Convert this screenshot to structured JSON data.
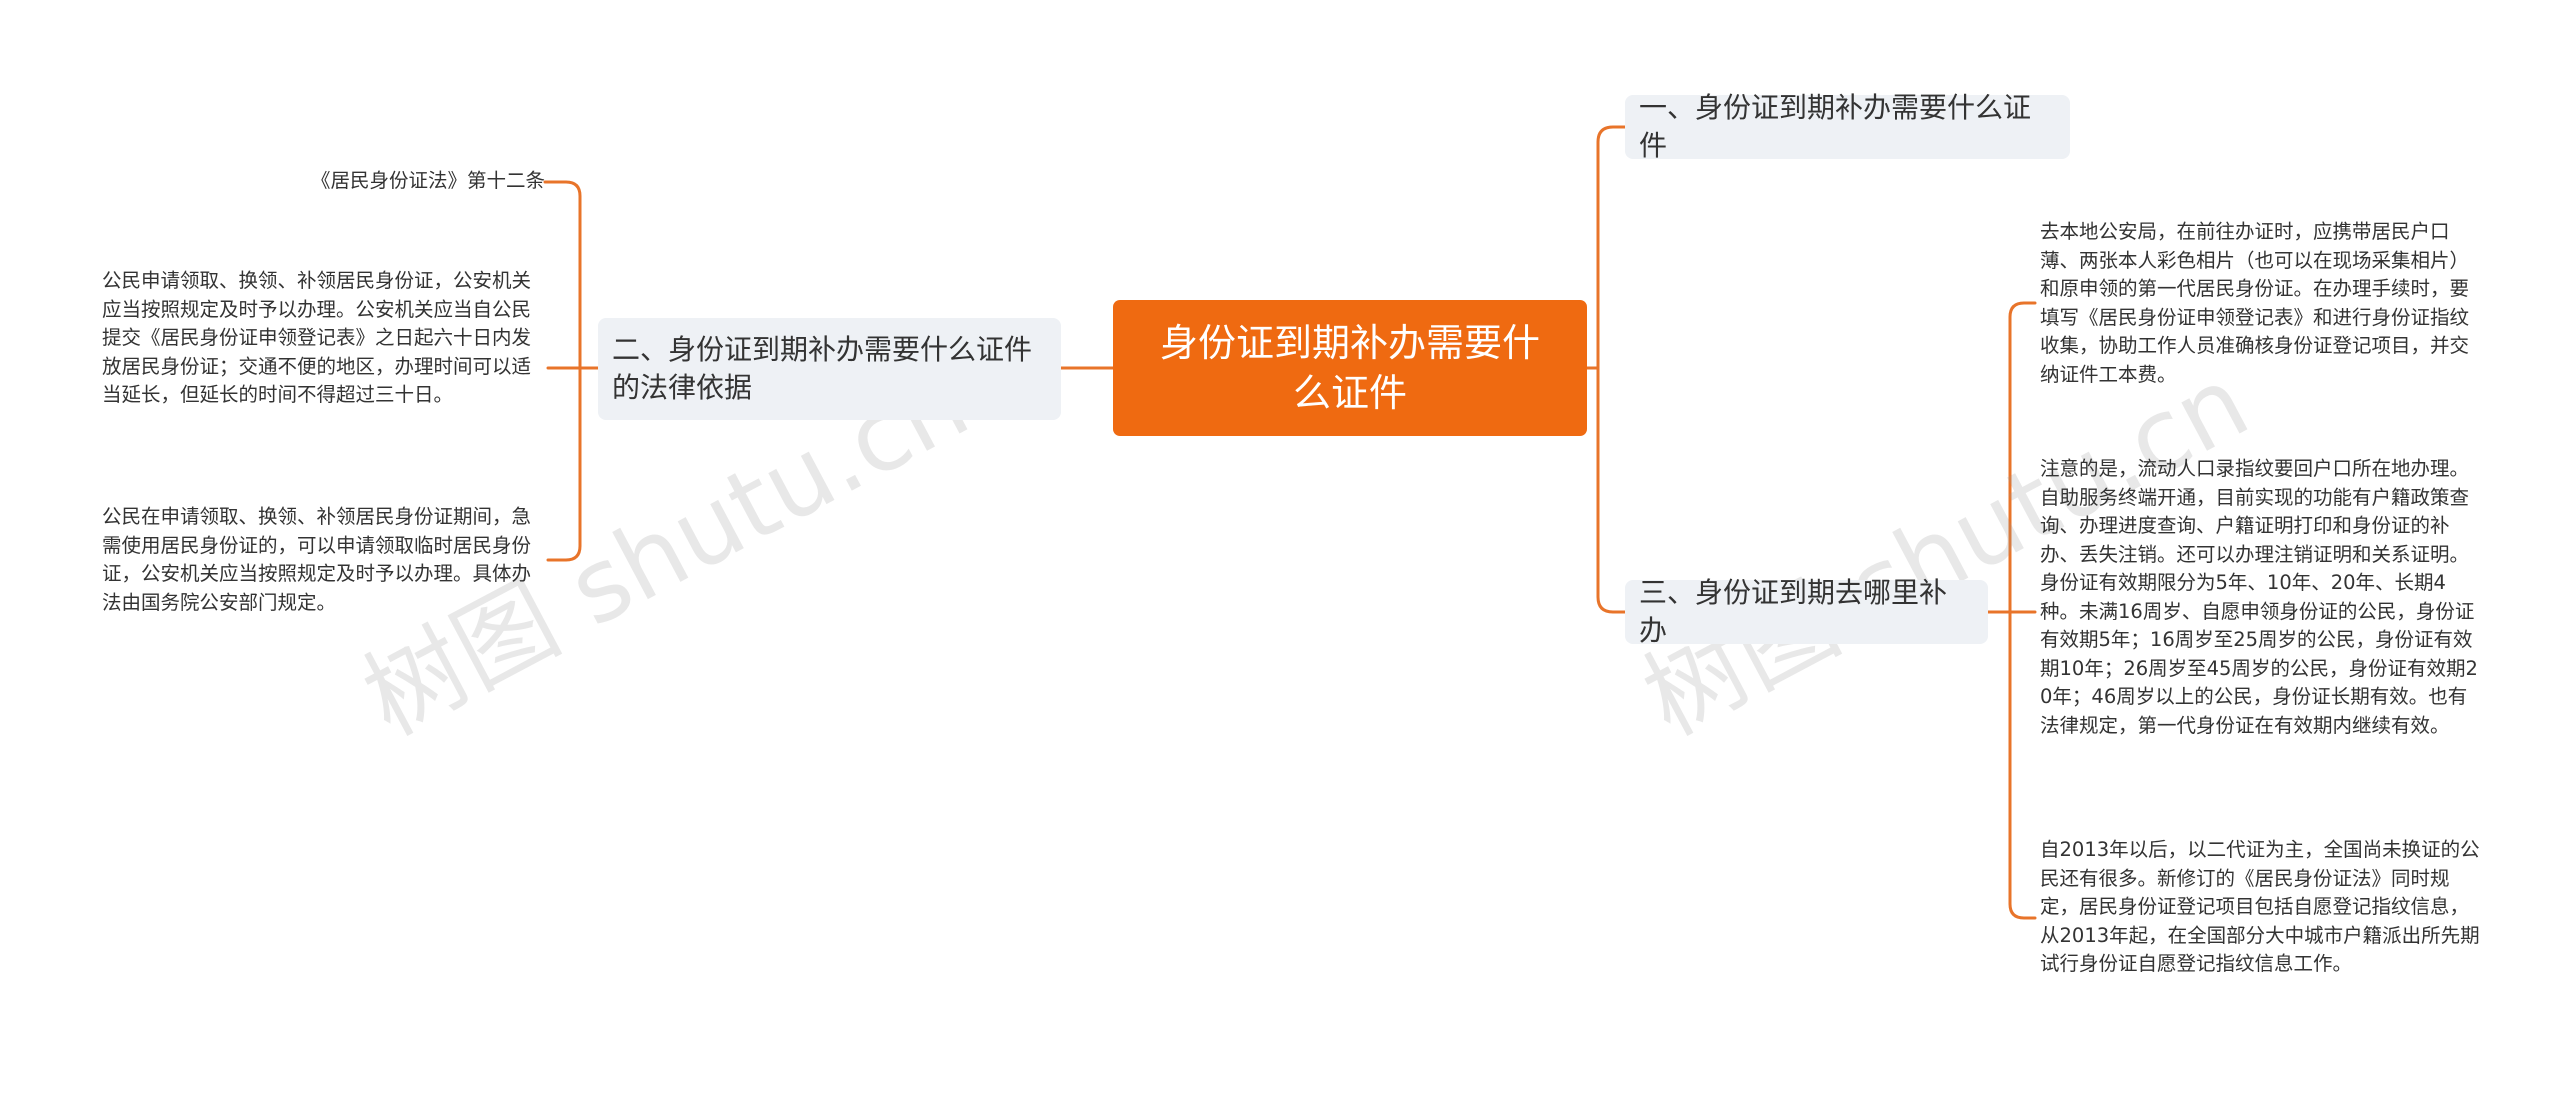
{
  "root": {
    "title": "身份证到期补办需要什么证件"
  },
  "branches": {
    "b1": {
      "label": "一、身份证到期补办需要什么证件"
    },
    "b2": {
      "label": "二、身份证到期补办需要什么证件的法律依据"
    },
    "b3": {
      "label": "三、身份证到期去哪里补办"
    }
  },
  "leaves": {
    "l1": "《居民身份证法》第十二条",
    "l2": "公民申请领取、换领、补领居民身份证，公安机关应当按照规定及时予以办理。公安机关应当自公民提交《居民身份证申领登记表》之日起六十日内发放居民身份证；交通不便的地区，办理时间可以适当延长，但延长的时间不得超过三十日。",
    "l3": "公民在申请领取、换领、补领居民身份证期间，急需使用居民身份证的，可以申请领取临时居民身份证，公安机关应当按照规定及时予以办理。具体办法由国务院公安部门规定。",
    "r1": "去本地公安局，在前往办证时，应携带居民户口薄、两张本人彩色相片（也可以在现场采集相片）和原申领的第一代居民身份证。在办理手续时，要填写《居民身份证申领登记表》和进行身份证指纹收集，协助工作人员准确核身份证登记项目，并交纳证件工本费。",
    "r2": "注意的是，流动人口录指纹要回户口所在地办理。自助服务终端开通，目前实现的功能有户籍政策查询、办理进度查询、户籍证明打印和身份证的补办、丢失注销。还可以办理注销证明和关系证明。身份证有效期限分为5年、10年、20年、长期4种。未满16周岁、自愿申领身份证的公民，身份证有效期5年；16周岁至25周岁的公民，身份证有效期10年；26周岁至45周岁的公民，身份证有效期20年；46周岁以上的公民，身份证长期有效。也有法律规定，第一代身份证在有效期内继续有效。",
    "r3": "自2013年以后，以二代证为主，全国尚未换证的公民还有很多。新修订的《居民身份证法》同时规定，居民身份证登记项目包括自愿登记指纹信息，从2013年起，在全国部分大中城市户籍派出所先期试行身份证自愿登记指纹信息工作。"
  },
  "watermark": "树图 shutu.cn",
  "colors": {
    "root_fill": "#ef6a11",
    "branch_fill": "#eef1f5",
    "connector": "#e8742a",
    "text": "#333333"
  }
}
